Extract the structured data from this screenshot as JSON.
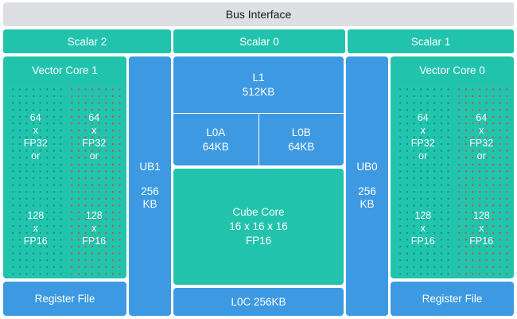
{
  "header": {
    "title": "Bus Interface",
    "background_color": "#dedfe5"
  },
  "colors": {
    "teal": "#22c3ad",
    "blue": "#3d9ae2",
    "dot_teal": "#17897c",
    "dot_red": "#d2483f",
    "header_gray": "#dedfe5",
    "text": "#ffffff"
  },
  "scalar_row": {
    "units": [
      {
        "label": "Scalar 2"
      },
      {
        "label": "Scalar 0"
      },
      {
        "label": "Scalar 1"
      }
    ]
  },
  "vector_core_left": {
    "title": "Vector Core 1",
    "lanes": [
      {
        "dot_color": "teal",
        "line1": "64",
        "line2": "x",
        "line3": "FP32",
        "line4": "or",
        "line5": "128",
        "line6": "x",
        "line7": "FP16"
      },
      {
        "dot_color": "red",
        "line1": "64",
        "line2": "x",
        "line3": "FP32",
        "line4": "or",
        "line5": "128",
        "line6": "x",
        "line7": "FP16"
      }
    ],
    "register_file": "Register File"
  },
  "vector_core_right": {
    "title": "Vector Core 0",
    "lanes": [
      {
        "dot_color": "teal",
        "line1": "64",
        "line2": "x",
        "line3": "FP32",
        "line4": "or",
        "line5": "128",
        "line6": "x",
        "line7": "FP16"
      },
      {
        "dot_color": "red",
        "line1": "64",
        "line2": "x",
        "line3": "FP32",
        "line4": "or",
        "line5": "128",
        "line6": "x",
        "line7": "FP16"
      }
    ],
    "register_file": "Register File"
  },
  "unified_buffer_left": {
    "name": "UB1",
    "size_line1": "256",
    "size_line2": "KB"
  },
  "unified_buffer_right": {
    "name": "UB0",
    "size_line1": "256",
    "size_line2": "KB"
  },
  "center": {
    "l1": {
      "name": "L1",
      "size": "512KB"
    },
    "l0a": {
      "name": "L0A",
      "size": "64KB"
    },
    "l0b": {
      "name": "L0B",
      "size": "64KB"
    },
    "cube_core": {
      "name": "Cube Core",
      "dimensions": "16 x 16 x 16",
      "precision": "FP16"
    },
    "l0c": {
      "label": "L0C 256KB"
    }
  }
}
